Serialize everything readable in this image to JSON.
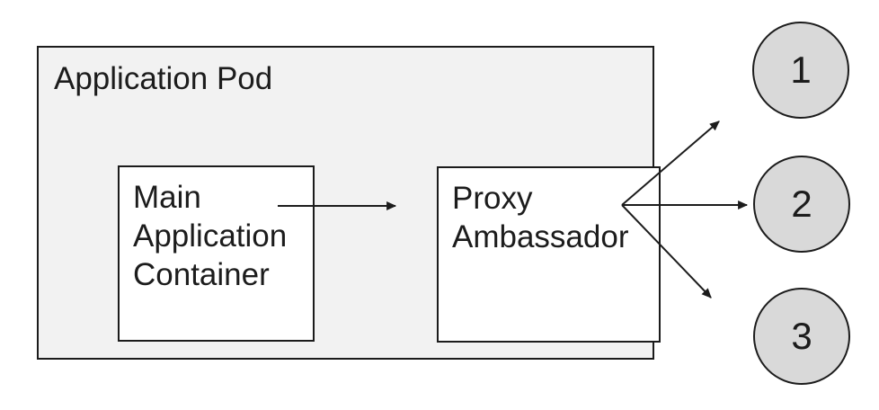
{
  "diagram": {
    "pod": {
      "title": "Application Pod",
      "nodes": [
        {
          "label": "Main\nApplication\nContainer"
        },
        {
          "label": "Proxy\nAmbassador"
        }
      ]
    },
    "endpoints": [
      {
        "label": "1"
      },
      {
        "label": "2"
      },
      {
        "label": "3"
      }
    ],
    "colors": {
      "background": "#ffffff",
      "pod_fill": "#f2f2f2",
      "node_fill": "#ffffff",
      "endpoint_fill": "#d9d9d9",
      "stroke": "#1c1c1c"
    }
  }
}
